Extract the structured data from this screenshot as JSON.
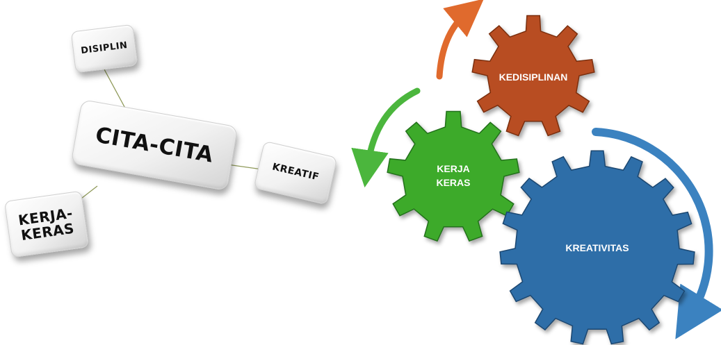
{
  "mind_map": {
    "center": "CITA-CITA",
    "top": "DISIPLIN",
    "right": "KREATIF",
    "bottom_left": "KERJA-\nKERAS"
  },
  "gears": [
    {
      "label": "KEDISIPLINAN",
      "color": "#b84d21"
    },
    {
      "label": "KERJA\nKERAS",
      "color": "#3daa29"
    },
    {
      "label": "KREATIVITAS",
      "color": "#2e6ea8"
    }
  ],
  "arrow_colors": {
    "orange": "#e06a2d",
    "green": "#4bb63d",
    "blue": "#3b82c0"
  },
  "connector_color": "#8f9a5a"
}
